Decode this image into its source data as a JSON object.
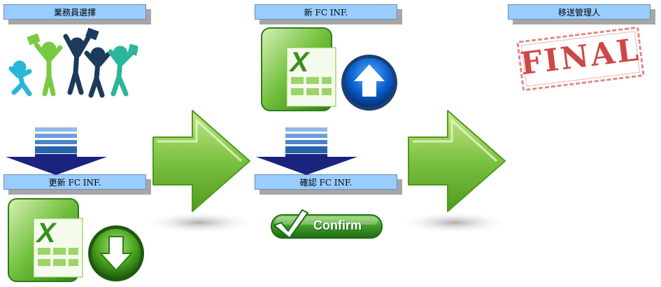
{
  "labels": {
    "select_salesperson": "業務員選擇",
    "new_fc_inf": "新 FC INF.",
    "transfer_manager": "移送管理人",
    "update_fc_inf": "更新 FC INF.",
    "confirm_fc_inf": "確認 FC INF."
  },
  "confirm_button": {
    "label": "Confirm"
  },
  "final_stamp": {
    "text": "FINAL"
  },
  "icons": {
    "people": "celebrating-people-icon",
    "excel_upload": "excel-upload-icon",
    "excel_download": "excel-download-icon",
    "down_arrow": "blue-down-arrow-icon",
    "right_arrow": "green-right-arrow-icon",
    "stamp": "final-stamp-icon"
  },
  "colors": {
    "label_bg": "#99ccff",
    "green_arrow": "#7cc242",
    "navy_arrow": "#1a237e",
    "stamp_red": "#c62828"
  }
}
